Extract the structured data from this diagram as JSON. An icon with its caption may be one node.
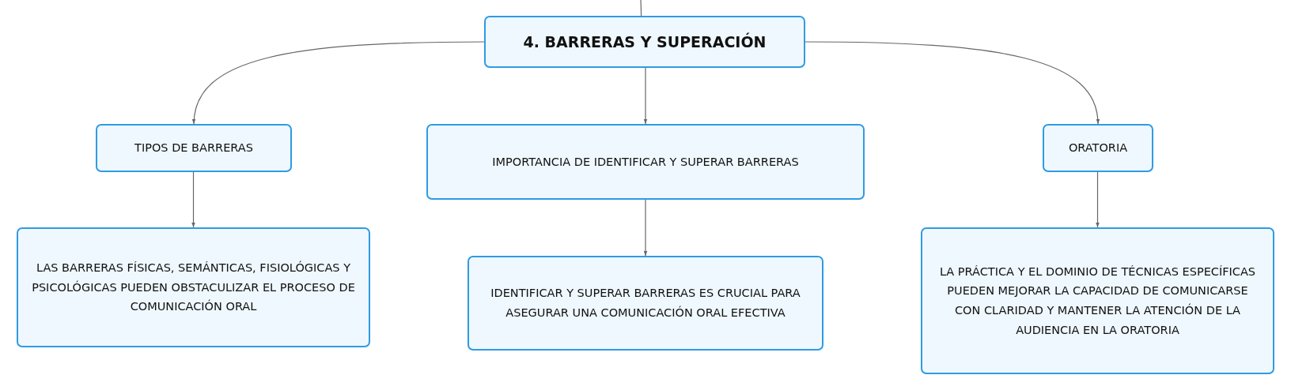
{
  "diagram": {
    "nodes": [
      {
        "text": [
          "4. BARRERAS Y SUPERACIÓN"
        ]
      },
      {
        "text": [
          "TIPOS DE BARRERAS"
        ]
      },
      {
        "text": [
          "IMPORTANCIA DE IDENTIFICAR Y SUPERAR BARRERAS"
        ]
      },
      {
        "text": [
          "ORATORIA"
        ]
      },
      {
        "text": [
          "LAS BARRERAS FÍSICAS, SEMÁNTICAS, FISIOLÓGICAS Y PSICOLÓGICAS PUEDEN OBSTACULIZAR EL PROCESO DE COMUNICACIÓN ORAL"
        ]
      },
      {
        "text": [
          "IDENTIFICAR Y SUPERAR BARRERAS ES CRUCIAL PARA ASEGURAR UNA COMUNICACIÓN ORAL EFECTIVA"
        ]
      },
      {
        "text": [
          "LA PRÁCTICA Y EL DOMINIO DE TÉCNICAS ESPECÍFICAS PUEDEN MEJORAR LA CAPACIDAD DE COMUNICARSE CON CLARIDAD Y MANTENER LA ATENCIÓN DE LA AUDIENCIA EN LA ORATORIA"
        ]
      }
    ],
    "edges": [
      {
        "from": null,
        "to": 0,
        "arrow": "to"
      },
      {
        "from": 0,
        "to": 1,
        "arrow": "to"
      },
      {
        "from": 0,
        "to": 2,
        "arrow": "to"
      },
      {
        "from": 0,
        "to": 3,
        "arrow": "to"
      },
      {
        "from": 1,
        "to": 4,
        "arrow": "to"
      },
      {
        "from": 2,
        "to": 5,
        "arrow": "to"
      },
      {
        "from": 3,
        "to": 6,
        "arrow": "to"
      }
    ]
  }
}
